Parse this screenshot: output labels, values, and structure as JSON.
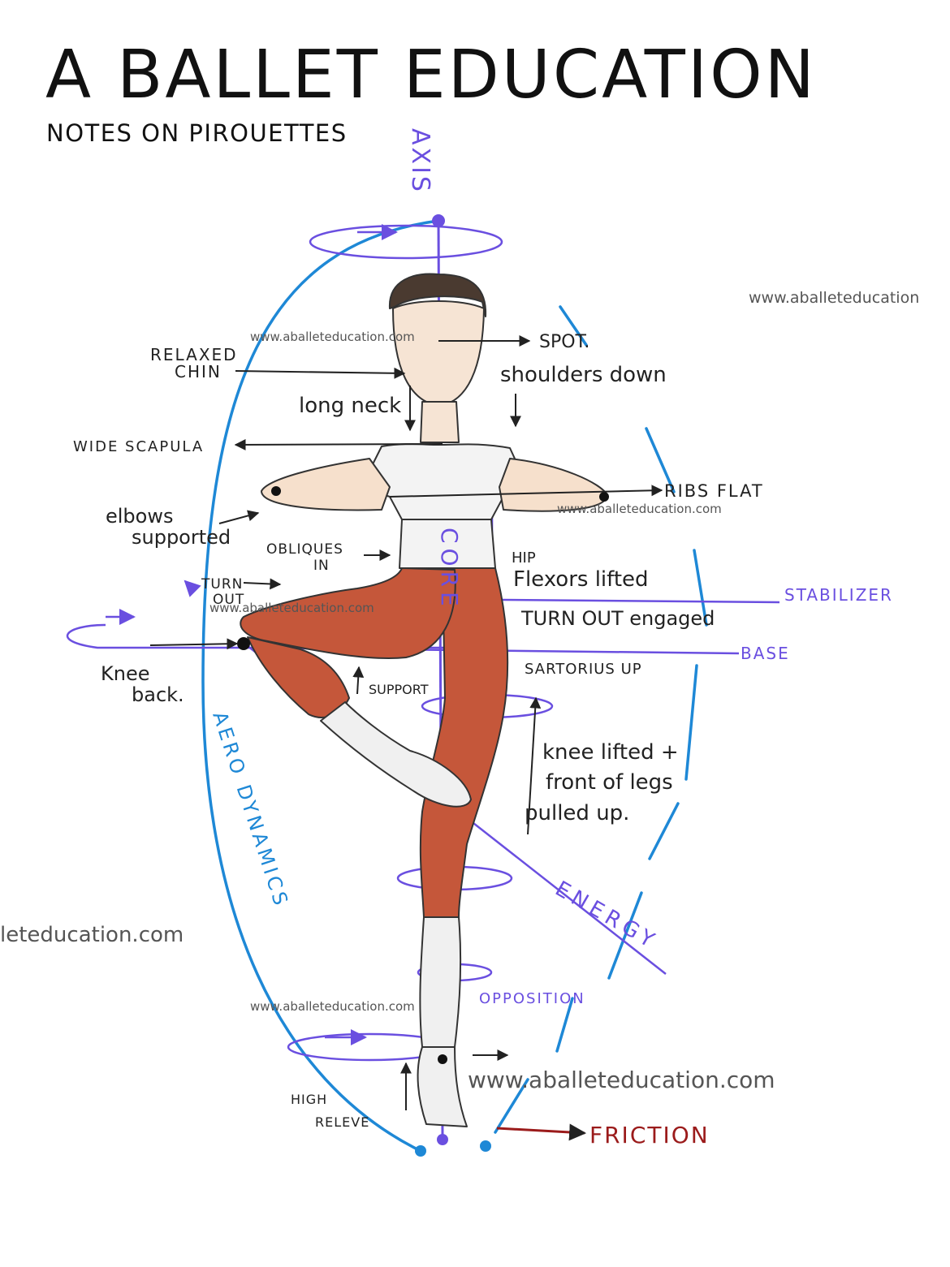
{
  "header": {
    "title": "A BALLET EDUCATION",
    "subtitle": "NOTES ON PIROUETTES"
  },
  "colors": {
    "axis_purple": "#6a4fe0",
    "aero_cyan": "#1e88d6",
    "tights_orange": "#c5573a",
    "friction_red": "#9b1b1b",
    "ink": "#222222"
  },
  "labels": {
    "axis": "AXIS",
    "spot": "SPOT.",
    "relaxed_chin": [
      "RELAXED",
      "CHIN"
    ],
    "shoulders_down": "shoulders down",
    "long_neck": "long neck",
    "wide_scapula": "WIDE SCAPULA",
    "ribs_flat": "RIBS FLAT",
    "elbows_supported": [
      "elbows",
      "supported"
    ],
    "obliques_in": [
      "OBLIQUES",
      "IN"
    ],
    "core": "CORE",
    "hip_flexors_lifted": [
      "HIP",
      "Flexors lifted"
    ],
    "turn_out_left": [
      "TURN",
      "OUT"
    ],
    "stabilizer": "STABILIZER",
    "turn_out_engaged": "TURN OUT engaged",
    "base": "BASE",
    "knee_back": [
      "Knee",
      "back."
    ],
    "support": "SUPPORT",
    "sartorius_up": "SARTORIUS UP",
    "knee_lifted": [
      "knee lifted +",
      "front of legs",
      "pulled up."
    ],
    "aero_dynamics": "AERO DYNAMICS",
    "energy": "ENERGY",
    "opposition": "OPPOSITION",
    "high_releve": [
      "HIGH",
      "RELEVE"
    ],
    "friction": "FRICTION"
  },
  "watermarks": {
    "small": "www.aballeteducation.com",
    "right_top": "www.aballeteducation",
    "left_mid": "leteducation.com",
    "bottom_large": "www.aballeteducation.com"
  }
}
